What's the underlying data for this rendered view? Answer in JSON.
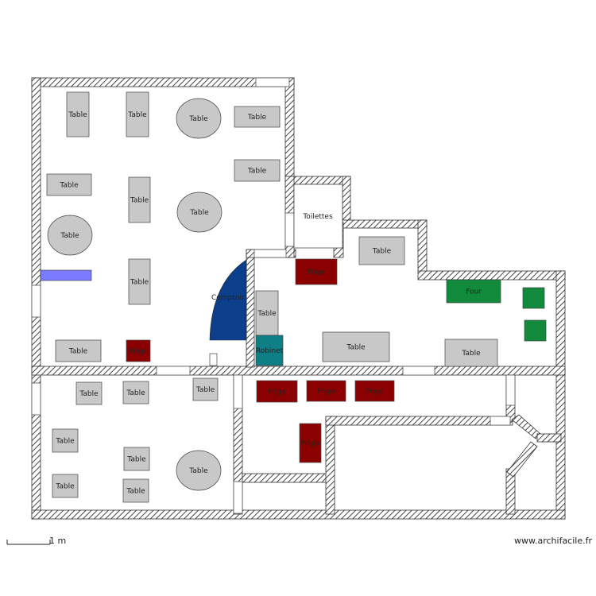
{
  "labels": {
    "table": "Table",
    "toilettes": "Toilettes",
    "frigo": "Frigo",
    "four": "Four",
    "comptoir": "Comptoir",
    "robinet": "Robinet"
  },
  "scale": "1 m",
  "watermark": "www.archifacile.fr",
  "colors": {
    "furniture_grey": "#c8c8c8",
    "frigo_red": "#8b0000",
    "oven_green": "#118a3c",
    "robinet_teal": "#0f7f86",
    "comptoir_blue": "#0b3f8c",
    "bench_blue": "#7b7bff"
  }
}
